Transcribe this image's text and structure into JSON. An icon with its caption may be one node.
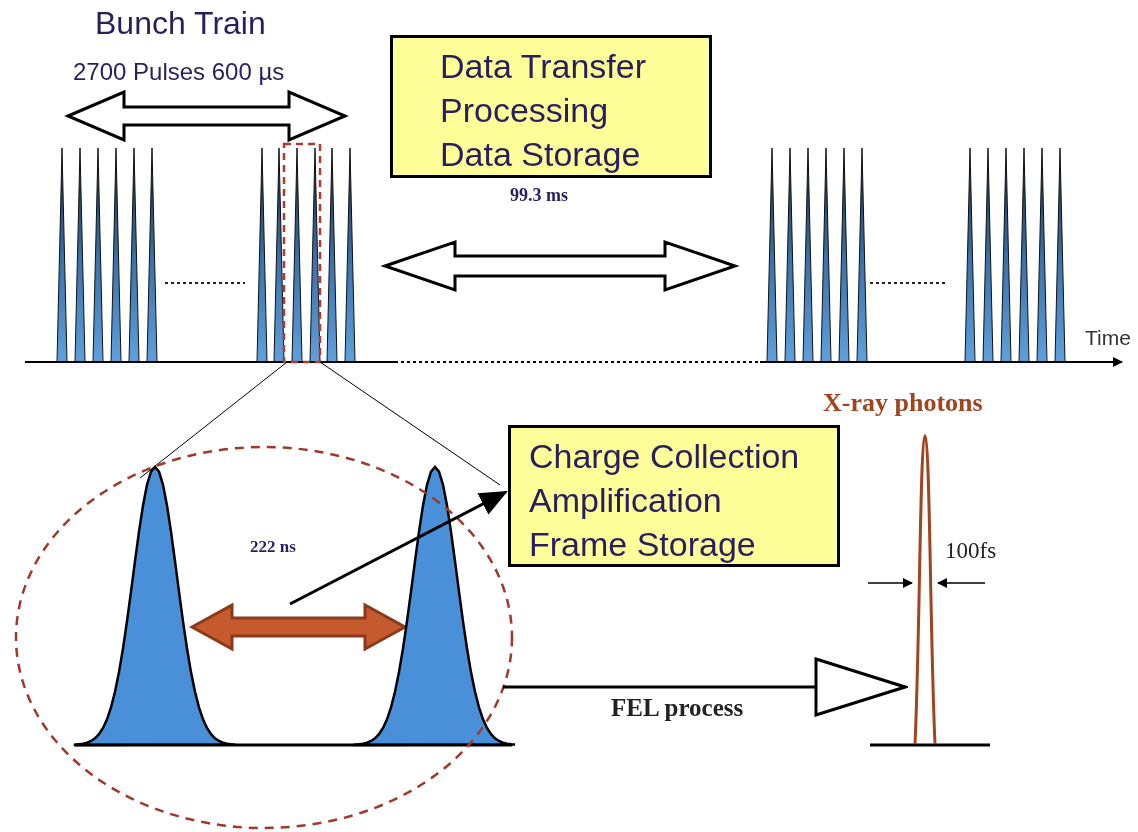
{
  "diagram": {
    "nodes": [
      {
        "text": [
          "Data Transfer",
          "Processing",
          "Data Storage"
        ]
      },
      {
        "text": [
          "Charge Collection",
          "Amplification",
          "Frame Storage"
        ]
      },
      {
        "text": [],
        "shape": "ellipse"
      },
      {
        "text": [],
        "shape": "picture",
        "beside": [
          "X-ray photons",
          "100fs"
        ]
      }
    ],
    "edges": [
      {
        "from": null,
        "to": 1,
        "arrow": "to"
      },
      {
        "from": 2,
        "to": 3,
        "arrow": "to",
        "label": "FEL process"
      }
    ],
    "labels": [
      "Bunch Train",
      "2700 Pulses 600 µs",
      "99.3 ms",
      "Time",
      "222 ns"
    ]
  }
}
